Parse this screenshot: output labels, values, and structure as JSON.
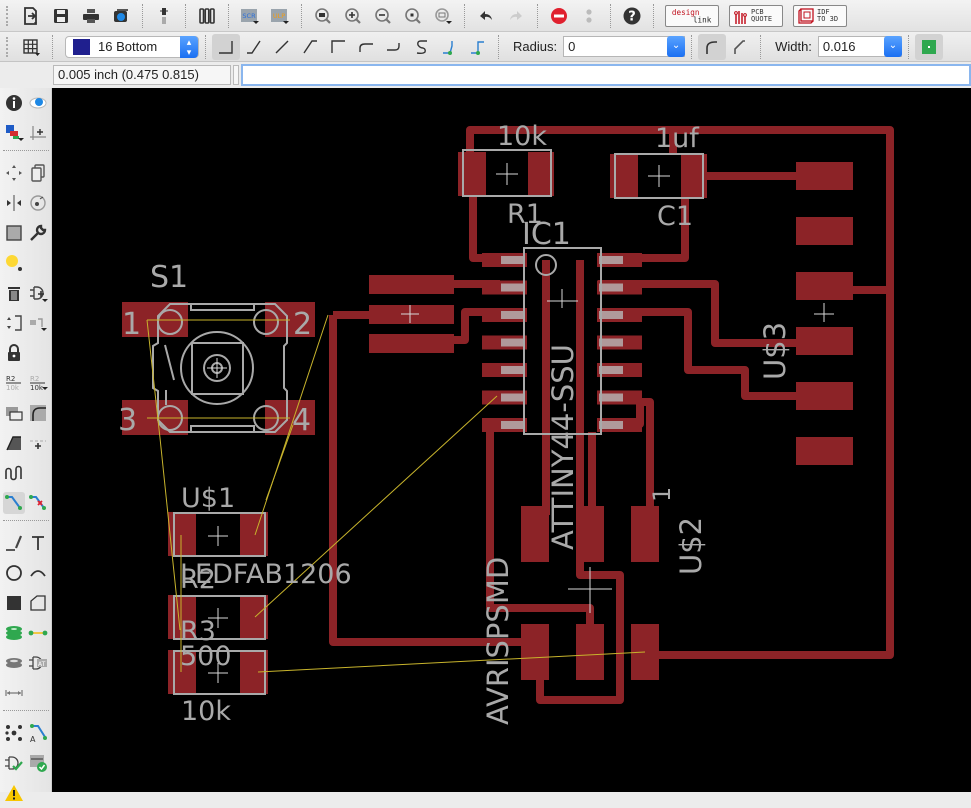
{
  "toolbar": {
    "file_buttons": [
      "open-icon",
      "save-icon",
      "print-icon",
      "cam-icon"
    ],
    "misc_buttons": [
      "board-switch-icon",
      "layers-icon"
    ],
    "script_label": "SCR",
    "ulp_label": "ULP",
    "zoom_buttons": [
      "zoom-fit-icon",
      "zoom-in-icon",
      "zoom-out-icon",
      "zoom-select-icon",
      "zoom-last-icon"
    ],
    "undo_label": "undo-icon",
    "redo_label": "redo-icon",
    "stop_label": "stop-icon",
    "help_label": "?",
    "brand_buttons": [
      {
        "name": "design-link-button",
        "label": "design link"
      },
      {
        "name": "pcb-quote-button",
        "label": "PCB\nQUOTE"
      },
      {
        "name": "idf-to-3d-button",
        "label": "IDF\nTO 3D"
      }
    ]
  },
  "param_bar": {
    "layer": "16 Bottom",
    "layer_color": "#1f1f8e",
    "wire_bends": [
      "bend-0",
      "bend-1",
      "bend-2",
      "bend-3",
      "bend-4",
      "bend-5",
      "bend-6",
      "bend-7",
      "bend-8",
      "bend-9"
    ],
    "radius_label": "Radius:",
    "radius_value": "0",
    "width_label": "Width:",
    "width_value": "0.016"
  },
  "command_bar": {
    "coordinates": "0.005 inch (0.475 0.815)",
    "command_value": ""
  },
  "sidebar": {
    "tools": [
      "info",
      "show",
      "display-layers",
      "mark",
      "move",
      "copy",
      "mirror",
      "rotate",
      "group",
      "change",
      "paste",
      "delete",
      "add",
      "replace",
      "lock",
      "name",
      "value",
      "smash",
      "miter",
      "split",
      "optimize",
      "meander",
      "route",
      "ripup",
      "wire",
      "text",
      "circle",
      "arc",
      "rect",
      "polygon",
      "via",
      "signal",
      "hole",
      "attribute",
      "dimension",
      "ratsnest",
      "autorouter",
      "erc",
      "drc",
      "errors"
    ]
  },
  "board": {
    "colors": {
      "copper": "#8c2327",
      "silk": "#a9a9a9",
      "airwire": "#c8b42c",
      "background": "#000000"
    },
    "components": [
      {
        "ref": "S1",
        "pins": [
          "1",
          "2",
          "3",
          "4"
        ]
      },
      {
        "ref": "R1",
        "value": "10k"
      },
      {
        "ref": "C1",
        "value": "1uf"
      },
      {
        "ref": "IC1",
        "value": "ATTINY44-SSU"
      },
      {
        "ref": "U$1",
        "value": "LEDFAB1206"
      },
      {
        "ref": "R2",
        "value": "500"
      },
      {
        "ref": "R3",
        "value": "10k"
      },
      {
        "ref": "U$2",
        "value": "AVRISPSMD",
        "pin1": "1"
      },
      {
        "ref": "U$3"
      }
    ]
  }
}
